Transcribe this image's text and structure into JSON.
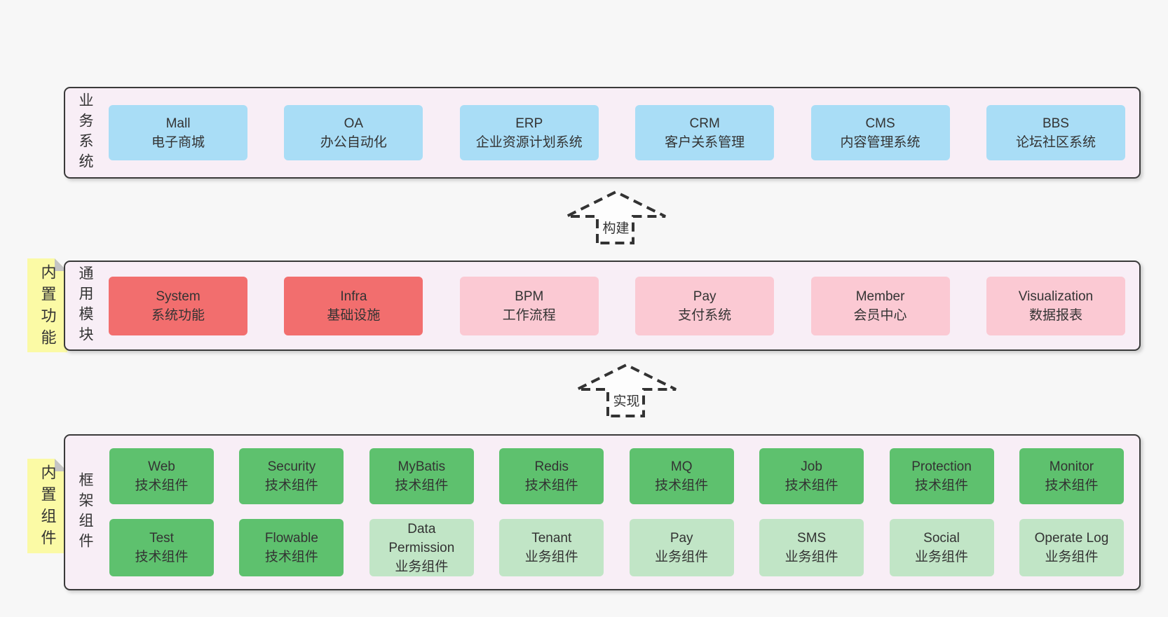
{
  "page": {
    "background": "#f7f7f7"
  },
  "colors": {
    "band_background": "#f8eef6",
    "band_border": "#3a3a3a",
    "blue_box": "#a9ddf6",
    "red_box": "#f26e6e",
    "pink_box": "#fbc9d3",
    "green_box": "#5ec16e",
    "light_green_box": "#c1e5c6",
    "sticky_yellow": "#fbfaa5",
    "sticky_fold_gray": "#c4c4c4",
    "text": "#333333"
  },
  "stickies": [
    {
      "text": "内置功能"
    },
    {
      "text": "内置组件"
    }
  ],
  "arrows": [
    {
      "label": "构建"
    },
    {
      "label": "实现"
    }
  ],
  "bands": [
    {
      "label": "业务系统",
      "boxes": [
        {
          "title": "Mall",
          "subtitle": "电子商城"
        },
        {
          "title": "OA",
          "subtitle": "办公自动化"
        },
        {
          "title": "ERP",
          "subtitle": "企业资源计划系统"
        },
        {
          "title": "CRM",
          "subtitle": "客户关系管理"
        },
        {
          "title": "CMS",
          "subtitle": "内容管理系统"
        },
        {
          "title": "BBS",
          "subtitle": "论坛社区系统"
        }
      ]
    },
    {
      "label": "通用模块",
      "boxes": [
        {
          "title": "System",
          "subtitle": "系统功能"
        },
        {
          "title": "Infra",
          "subtitle": "基础设施"
        },
        {
          "title": "BPM",
          "subtitle": "工作流程"
        },
        {
          "title": "Pay",
          "subtitle": "支付系统"
        },
        {
          "title": "Member",
          "subtitle": "会员中心"
        },
        {
          "title": "Visualization",
          "subtitle": "数据报表"
        }
      ]
    },
    {
      "label": "框架组件",
      "rows": [
        [
          {
            "title": "Web",
            "subtitle": "技术组件"
          },
          {
            "title": "Security",
            "subtitle": "技术组件"
          },
          {
            "title": "MyBatis",
            "subtitle": "技术组件"
          },
          {
            "title": "Redis",
            "subtitle": "技术组件"
          },
          {
            "title": "MQ",
            "subtitle": "技术组件"
          },
          {
            "title": "Job",
            "subtitle": "技术组件"
          },
          {
            "title": "Protection",
            "subtitle": "技术组件"
          },
          {
            "title": "Monitor",
            "subtitle": "技术组件"
          }
        ],
        [
          {
            "title": "Test",
            "subtitle": "技术组件"
          },
          {
            "title": "Flowable",
            "subtitle": "技术组件"
          },
          {
            "title": "Data Permission",
            "subtitle": "业务组件"
          },
          {
            "title": "Tenant",
            "subtitle": "业务组件"
          },
          {
            "title": "Pay",
            "subtitle": "业务组件"
          },
          {
            "title": "SMS",
            "subtitle": "业务组件"
          },
          {
            "title": "Social",
            "subtitle": "业务组件"
          },
          {
            "title": "Operate Log",
            "subtitle": "业务组件"
          }
        ]
      ]
    }
  ]
}
